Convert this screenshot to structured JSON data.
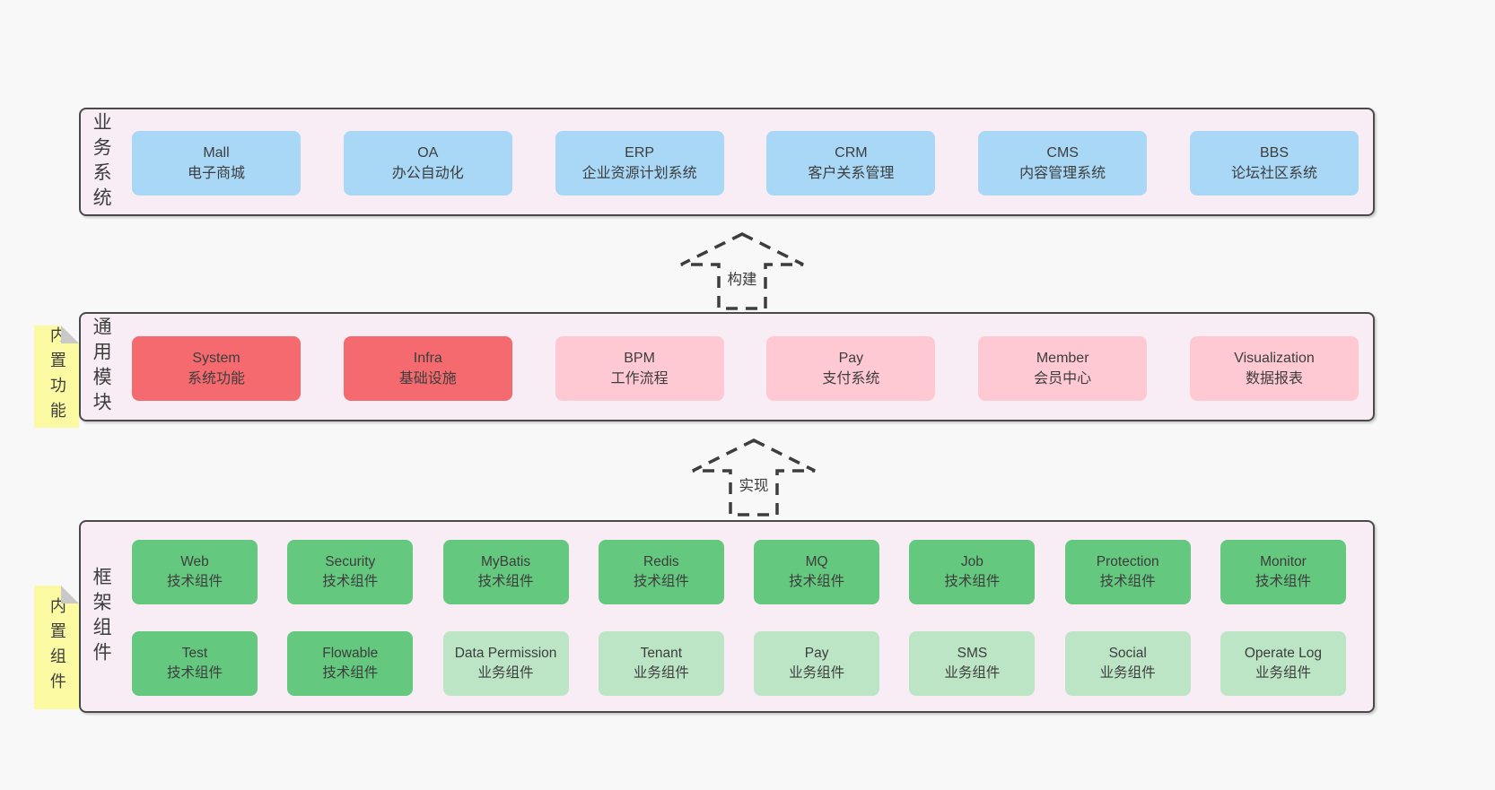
{
  "colors": {
    "page_bg": "#f8f8f8",
    "panel_bg": "#f8ecf5",
    "panel_border": "#4a4a4a",
    "blue_box": "#a9d8f6",
    "red_box": "#f56a6e",
    "pink_box": "#fec9d2",
    "green_box": "#64c87f",
    "light_green_box": "#bce5c6",
    "sticky_yellow": "#fbf9a2",
    "sticky_fold_gray": "#c9c9c9",
    "text": "#3d3d3d"
  },
  "layers": {
    "business": {
      "label": "业务系统",
      "boxes": [
        {
          "title": "Mall",
          "subtitle": "电子商城",
          "variant": "blue"
        },
        {
          "title": "OA",
          "subtitle": "办公自动化",
          "variant": "blue"
        },
        {
          "title": "ERP",
          "subtitle": "企业资源计划系统",
          "variant": "blue"
        },
        {
          "title": "CRM",
          "subtitle": "客户关系管理",
          "variant": "blue"
        },
        {
          "title": "CMS",
          "subtitle": "内容管理系统",
          "variant": "blue"
        },
        {
          "title": "BBS",
          "subtitle": "论坛社区系统",
          "variant": "blue"
        }
      ]
    },
    "modules": {
      "label": "通用模块",
      "sticky": "内置功能",
      "boxes": [
        {
          "title": "System",
          "subtitle": "系统功能",
          "variant": "red"
        },
        {
          "title": "Infra",
          "subtitle": "基础设施",
          "variant": "red"
        },
        {
          "title": "BPM",
          "subtitle": "工作流程",
          "variant": "pink"
        },
        {
          "title": "Pay",
          "subtitle": "支付系统",
          "variant": "pink"
        },
        {
          "title": "Member",
          "subtitle": "会员中心",
          "variant": "pink"
        },
        {
          "title": "Visualization",
          "subtitle": "数据报表",
          "variant": "pink"
        }
      ]
    },
    "framework": {
      "label": "框架组件",
      "sticky": "内置组件",
      "rows": [
        [
          {
            "title": "Web",
            "subtitle": "技术组件",
            "variant": "green"
          },
          {
            "title": "Security",
            "subtitle": "技术组件",
            "variant": "green"
          },
          {
            "title": "MyBatis",
            "subtitle": "技术组件",
            "variant": "green"
          },
          {
            "title": "Redis",
            "subtitle": "技术组件",
            "variant": "green"
          },
          {
            "title": "MQ",
            "subtitle": "技术组件",
            "variant": "green"
          },
          {
            "title": "Job",
            "subtitle": "技术组件",
            "variant": "green"
          },
          {
            "title": "Protection",
            "subtitle": "技术组件",
            "variant": "green"
          },
          {
            "title": "Monitor",
            "subtitle": "技术组件",
            "variant": "green"
          }
        ],
        [
          {
            "title": "Test",
            "subtitle": "技术组件",
            "variant": "green"
          },
          {
            "title": "Flowable",
            "subtitle": "技术组件",
            "variant": "green"
          },
          {
            "title": "Data Permission",
            "subtitle": "业务组件",
            "variant": "light-green"
          },
          {
            "title": "Tenant",
            "subtitle": "业务组件",
            "variant": "light-green"
          },
          {
            "title": "Pay",
            "subtitle": "业务组件",
            "variant": "light-green"
          },
          {
            "title": "SMS",
            "subtitle": "业务组件",
            "variant": "light-green"
          },
          {
            "title": "Social",
            "subtitle": "业务组件",
            "variant": "light-green"
          },
          {
            "title": "Operate Log",
            "subtitle": "业务组件",
            "variant": "light-green"
          }
        ]
      ]
    }
  },
  "arrows": [
    {
      "label": "构建"
    },
    {
      "label": "实现"
    }
  ]
}
